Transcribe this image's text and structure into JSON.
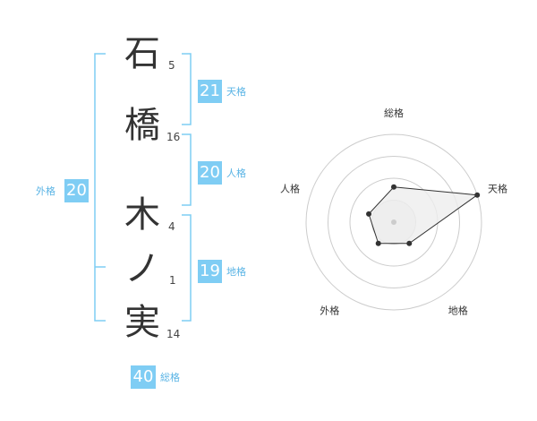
{
  "name_chars": [
    {
      "char": "石",
      "strokes": "5"
    },
    {
      "char": "橋",
      "strokes": "16"
    },
    {
      "char": "木",
      "strokes": "4"
    },
    {
      "char": "ノ",
      "strokes": "1"
    },
    {
      "char": "実",
      "strokes": "14"
    }
  ],
  "kaku": {
    "tenkaku": {
      "value": "21",
      "label": "天格"
    },
    "jinkaku": {
      "value": "20",
      "label": "人格"
    },
    "chikaku": {
      "value": "19",
      "label": "地格"
    },
    "gaikaku": {
      "value": "20",
      "label": "外格"
    },
    "soukaku": {
      "value": "40",
      "label": "総格"
    }
  },
  "colors": {
    "accent": "#7fcdf4",
    "bracket": "#7fcdf4",
    "label": "#5ab4e5"
  },
  "chart_data": {
    "type": "radar",
    "axes": [
      "総格",
      "天格",
      "地格",
      "外格",
      "人格"
    ],
    "values": [
      40,
      100,
      30,
      30,
      30
    ],
    "rmax": 100,
    "rings": 4
  }
}
